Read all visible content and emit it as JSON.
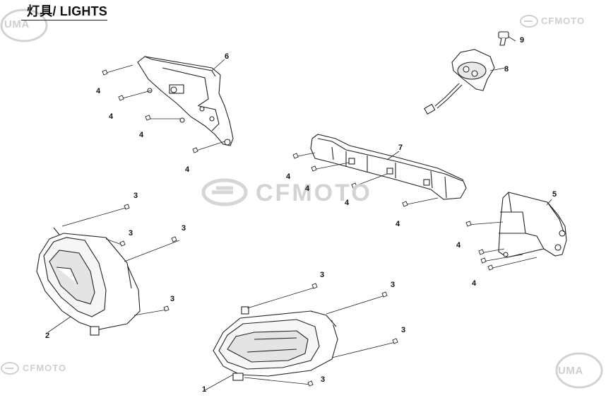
{
  "title": "灯具/ LIGHTS",
  "watermarks": {
    "brand": "CFMOTO",
    "uma": "UMA"
  },
  "callouts": {
    "c1": "1",
    "c2": "2",
    "c3a": "3",
    "c3b": "3",
    "c3c": "3",
    "c3d": "3",
    "c3e": "3",
    "c3f": "3",
    "c3g": "3",
    "c3h": "3",
    "c4a": "4",
    "c4b": "4",
    "c4c": "4",
    "c4d": "4",
    "c4e": "4",
    "c4f": "4",
    "c4g": "4",
    "c4h": "4",
    "c4i": "4",
    "c5": "5",
    "c6": "6",
    "c7": "7",
    "c8": "8",
    "c9": "9"
  }
}
